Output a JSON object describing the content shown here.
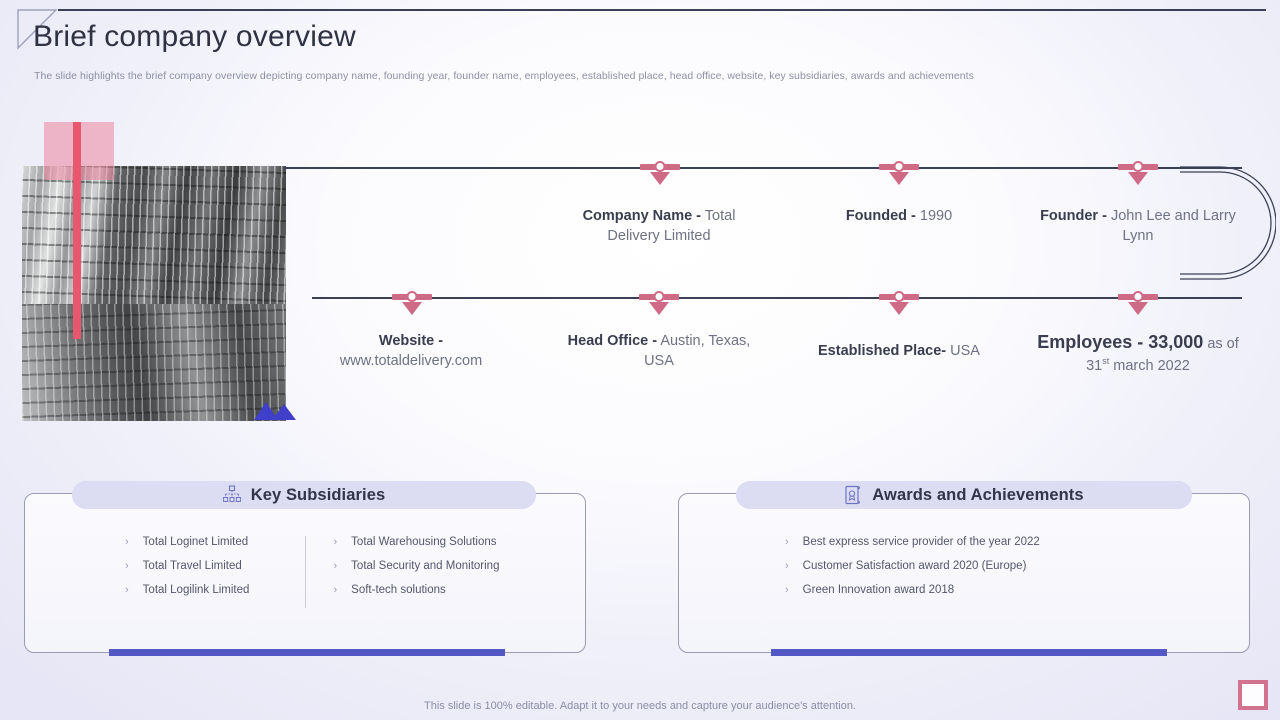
{
  "header": {
    "title": "Brief company overview",
    "subtitle": "The slide highlights the brief company overview depicting company name, founding year, founder name, employees, established place, head office, website, key subsidiaries, awards and achievements"
  },
  "timeline": {
    "top_items": [
      {
        "label": "Company Name -",
        "value": " Total Delivery Limited"
      },
      {
        "label": "Founded -",
        "value": " 1990"
      },
      {
        "label": "Founder -",
        "value": " John Lee and Larry Lynn"
      }
    ],
    "bottom_items": [
      {
        "label": "Website -",
        "value": " www.totaldelivery.com"
      },
      {
        "label": "Head Office -",
        "value": " Austin, Texas, USA"
      },
      {
        "label": "Established Place-",
        "value": " USA"
      }
    ],
    "employees": {
      "label": "Employees - ",
      "count": "33,000",
      "suffix": " as of 31",
      "ordinal": "st",
      "suffix2": " march 2022"
    }
  },
  "cards": {
    "subsidiaries": {
      "title": "Key Subsidiaries",
      "icon": "org-chart-icon",
      "column_a": [
        "Total Loginet Limited",
        "Total Travel  Limited",
        "Total Logilink Limited"
      ],
      "column_b": [
        "Total Warehousing  Solutions",
        "Total Security and Monitoring",
        "Soft-tech solutions"
      ]
    },
    "awards": {
      "title": "Awards and Achievements",
      "icon": "certificate-icon",
      "items": [
        "Best express service  provider  of the year 2022",
        "Customer Satisfaction award 2020 (Europe)",
        "Green Innovation  award 2018"
      ]
    }
  },
  "footer": {
    "note": "This slide is 100% editable. Adapt it to your needs and capture your audience's attention."
  },
  "colors": {
    "accent_pink": "#cf6a86",
    "accent_blue": "#5358c6",
    "line_dark": "#3b4055",
    "pill_bg": "#dcdcf2"
  },
  "bullet_glyph": "›"
}
